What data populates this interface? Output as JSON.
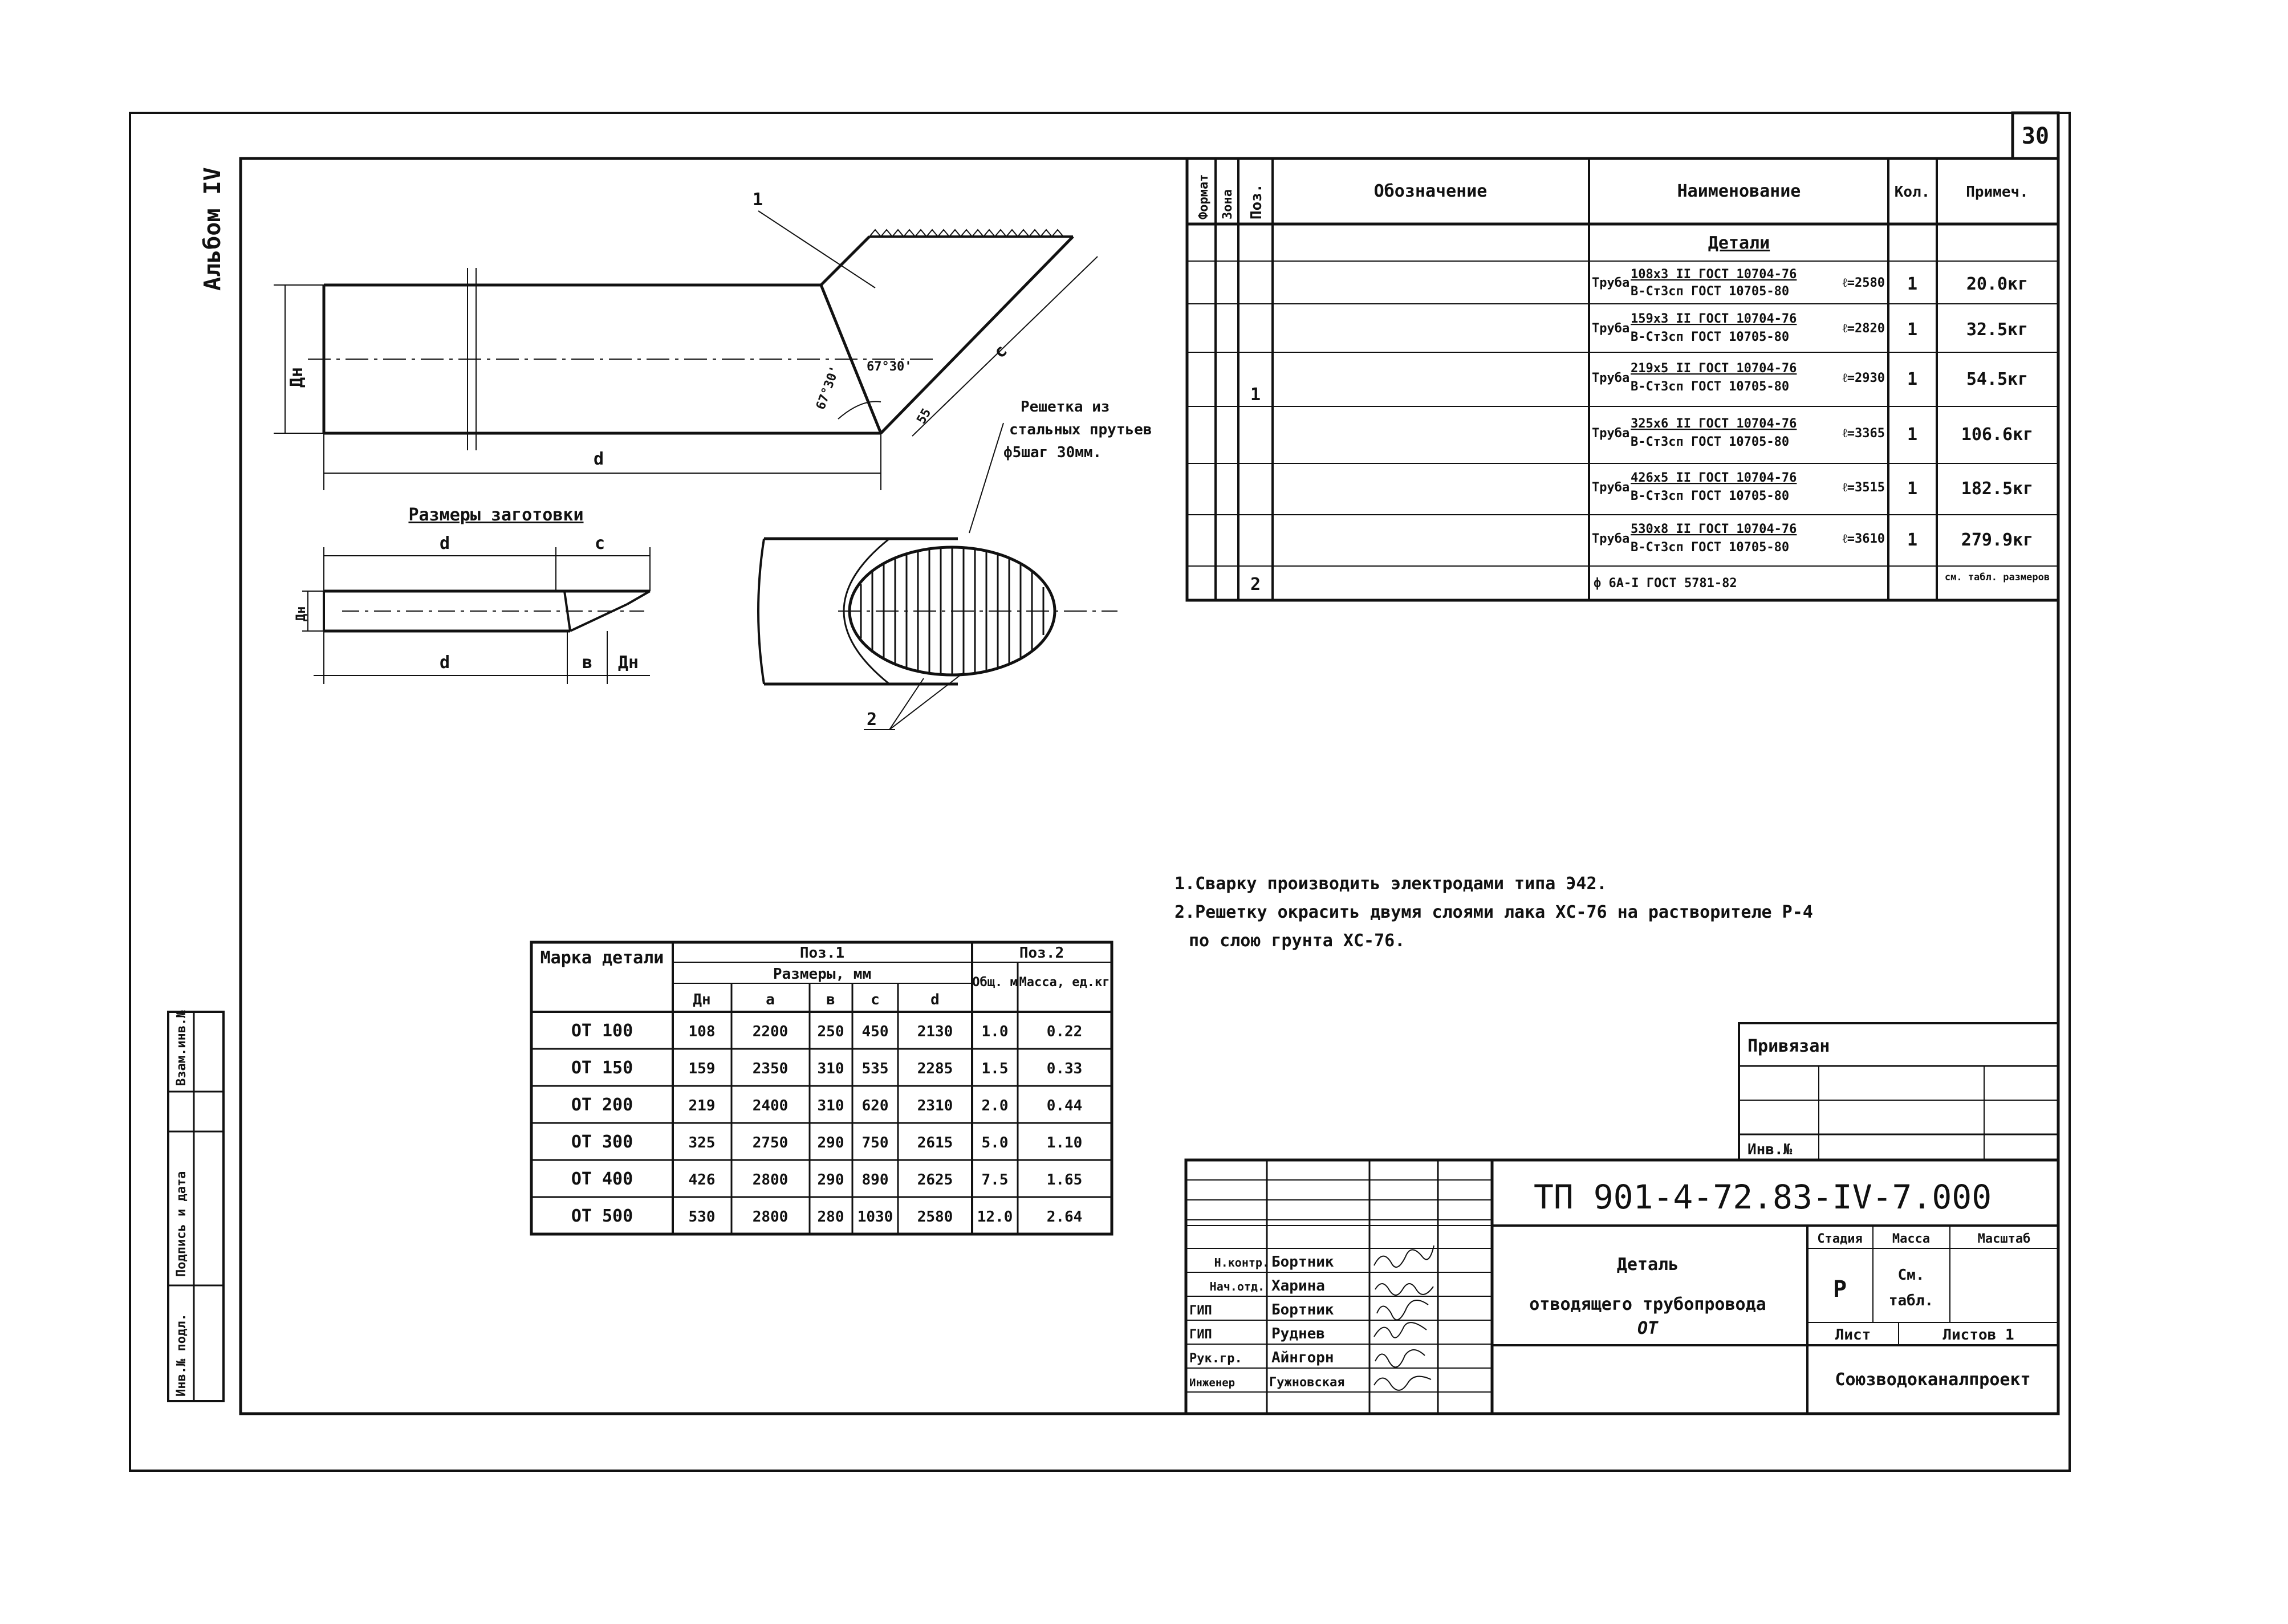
{
  "sheet_number": "30",
  "album_label": "Альбом IV",
  "spec": {
    "headers": {
      "format": "Формат",
      "zone": "Зона",
      "pos": "Поз.",
      "designation": "Обозначение",
      "name": "Наименование",
      "qty": "Кол.",
      "note": "Примеч."
    },
    "section": "Детали",
    "rows": [
      {
        "pos": "",
        "name_prefix": "Труба",
        "name_top": "108x3 II ГОСТ 10704-76",
        "name_bottom": "В-Ст3сп ГОСТ 10705-80",
        "length": "ℓ=2580",
        "qty": "1",
        "note": "20.0кг"
      },
      {
        "pos": "",
        "name_prefix": "Труба",
        "name_top": "159x3 II ГОСТ 10704-76",
        "name_bottom": "В-Ст3сп ГОСТ 10705-80",
        "length": "ℓ=2820",
        "qty": "1",
        "note": "32.5кг"
      },
      {
        "pos": "1",
        "name_prefix": "Труба",
        "name_top": "219x5 II ГОСТ 10704-76",
        "name_bottom": "В-Ст3сп ГОСТ 10705-80",
        "length": "ℓ=2930",
        "qty": "1",
        "note": "54.5кг"
      },
      {
        "pos": "",
        "name_prefix": "Труба",
        "name_top": "325x6 II ГОСТ 10704-76",
        "name_bottom": "В-Ст3сп ГОСТ 10705-80",
        "length": "ℓ=3365",
        "qty": "1",
        "note": "106.6кг"
      },
      {
        "pos": "",
        "name_prefix": "Труба",
        "name_top": "426x5 II ГОСТ 10704-76",
        "name_bottom": "В-Ст3сп ГОСТ 10705-80",
        "length": "ℓ=3515",
        "qty": "1",
        "note": "182.5кг"
      },
      {
        "pos": "",
        "name_prefix": "Труба",
        "name_top": "530x8 II ГОСТ 10704-76",
        "name_bottom": "В-Ст3сп ГОСТ 10705-80",
        "length": "ℓ=3610",
        "qty": "1",
        "note": "279.9кг"
      },
      {
        "pos": "2",
        "name_prefix": "",
        "name_top": "ф 6А-Ι ГОСТ 5781-82",
        "name_bottom": "",
        "length": "",
        "qty": "",
        "note": "см. табл. размеров"
      }
    ]
  },
  "drawing": {
    "callout_1": "1",
    "callout_2": "2",
    "angle_1": "67°30'",
    "angle_2": "67°30'",
    "dim_c": "c",
    "dim_d": "d",
    "dim_dn": "Дн",
    "dim_b": "в",
    "dim_55": "55",
    "grid_note_1": "Решетка из",
    "grid_note_2": "стальных прутьев",
    "grid_note_3": "ф5шаг 30мм.",
    "blank_title": "Размеры заготовки",
    "blank_d_top": "d",
    "blank_c_top": "c",
    "blank_d_bottom": "d",
    "blank_b": "в",
    "blank_dn": "Дн",
    "blank_dn_left": "Дн"
  },
  "notes": [
    "1.Сварку производить электродами типа Э42.",
    "2.Решетку окрасить двумя слоями лака ХС-76 на растворителе Р-4",
    "по слою грунта ХС-76."
  ],
  "dims_table": {
    "h_mark": "Марка детали",
    "h_pos1": "Поз.1",
    "h_sizes": "Размеры, мм",
    "h_pos2": "Поз.2",
    "h_total": "Общ. м",
    "h_mass": "Масса, ед.кг",
    "col_labels": [
      "Дн",
      "a",
      "в",
      "c",
      "d"
    ],
    "rows": [
      {
        "mark": "ОТ 100",
        "dn": "108",
        "a": "2200",
        "b": "250",
        "c": "450",
        "d": "2130",
        "total": "1.0",
        "mass": "0.22"
      },
      {
        "mark": "ОТ 150",
        "dn": "159",
        "a": "2350",
        "b": "310",
        "c": "535",
        "d": "2285",
        "total": "1.5",
        "mass": "0.33"
      },
      {
        "mark": "ОТ 200",
        "dn": "219",
        "a": "2400",
        "b": "310",
        "c": "620",
        "d": "2310",
        "total": "2.0",
        "mass": "0.44"
      },
      {
        "mark": "ОТ 300",
        "dn": "325",
        "a": "2750",
        "b": "290",
        "c": "750",
        "d": "2615",
        "total": "5.0",
        "mass": "1.10"
      },
      {
        "mark": "ОТ 400",
        "dn": "426",
        "a": "2800",
        "b": "290",
        "c": "890",
        "d": "2625",
        "total": "7.5",
        "mass": "1.65"
      },
      {
        "mark": "ОТ 500",
        "dn": "530",
        "a": "2800",
        "b": "280",
        "c": "1030",
        "d": "2580",
        "total": "12.0",
        "mass": "2.64"
      }
    ]
  },
  "left_strip": [
    "Инв.№ подл.",
    "Подпись и дата",
    "Взам.инв.№"
  ],
  "binding": {
    "label": "Привязан",
    "inv": "Инв.№"
  },
  "title_block": {
    "code": "ТП 901-4-72.83-IV-7.000",
    "title_1": "Деталь",
    "title_2": "отводящего трубопровода",
    "title_3": "ОТ",
    "stage_h": "Стадия",
    "mass_h": "Масса",
    "scale_h": "Масштаб",
    "stage": "Р",
    "mass_1": "См.",
    "mass_2": "табл.",
    "sheet": "Лист",
    "sheets": "Листов 1",
    "org": "Союзводоканалпроект",
    "staff": [
      {
        "role": "Н.контр.",
        "name": "Бортник"
      },
      {
        "role": "Нач.отд.",
        "name": "Харина"
      },
      {
        "role": "ГИП",
        "name": "Бортник"
      },
      {
        "role": "ГИП",
        "name": "Руднев"
      },
      {
        "role": "Рук.гр.",
        "name": "Айнгорн"
      },
      {
        "role": "Инженер",
        "name": "Гужновская"
      }
    ]
  }
}
